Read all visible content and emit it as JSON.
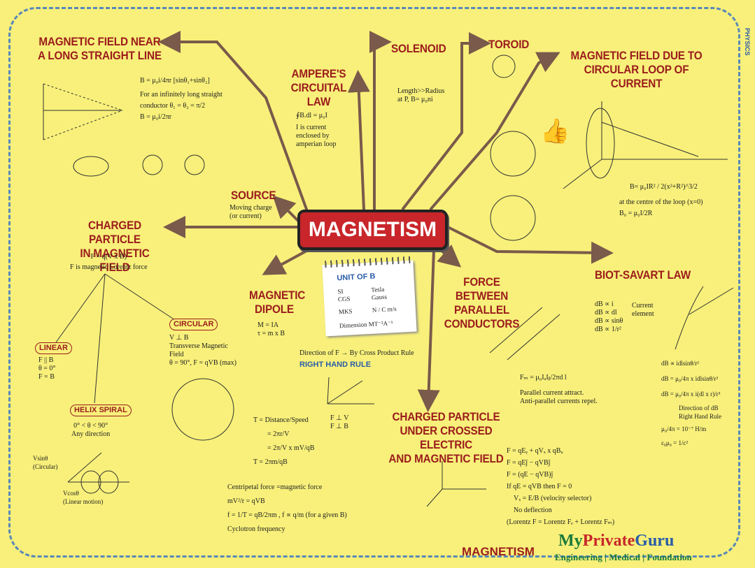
{
  "center_topic": "MAGNETISM",
  "side_label": "PHYSICS",
  "branches": {
    "long_line": {
      "title_1": "MAGNETIC FIELD NEAR",
      "title_2": "A LONG STRAIGHT LINE",
      "f1": "B = μ₀i/4πr [sinθ₁+sinθ₂]",
      "f2": "For an infinitely long straight",
      "f3": "conductor θ₁ = θ₂ = π/2",
      "f4": "B = μ₀i/2πr"
    },
    "ampere": {
      "title_1": "AMPERE'S",
      "title_2": "CIRCUITAL",
      "title_3": "LAW",
      "f1": "∮B.dl = μ₀I",
      "f2": "I is current",
      "f3": "enclosed by",
      "f4": "amperian loop"
    },
    "solenoid": {
      "title": "SOLENOID",
      "f1": "Length>>Radius",
      "f2": "at P, B= μ₀ni"
    },
    "toroid": {
      "title": "TOROID"
    },
    "loop": {
      "title_1": "MAGNETIC FIELD DUE TO",
      "title_2": "CIRCULAR LOOP OF CURRENT",
      "f1": "B= μ₀IR² / 2(x²+R²)^3/2",
      "f2": "at the centre of the loop (x=0)",
      "f3": "B₀ = μ₀I/2R"
    },
    "source": {
      "title": "SOURCE",
      "f1": "Moving charge",
      "f2": "(or current)"
    },
    "charged": {
      "title_1": "CHARGED PARTICLE",
      "title_2": "IN MAGNETIC FIELD",
      "f1": "F = q(V x B)",
      "f2": "F is magnetic Lorentz force"
    },
    "linear": {
      "tag": "LINEAR",
      "f1": "F || B",
      "f2": "θ = 0°",
      "f3": "F = B"
    },
    "circular": {
      "tag": "CIRCULAR",
      "f1": "V ⊥ B",
      "f2": "Transverse Magnetic",
      "f3": "Field",
      "f4": "θ = 90°, F = qVB (max)"
    },
    "helix": {
      "tag": "HELIX SPIRAL",
      "f1": "0° < θ < 90°",
      "f2": "Any direction",
      "f3": "Vsinθ",
      "f4": "(Circular)",
      "f5": "Vcosθ",
      "f6": "(Linear motion)"
    },
    "dipole": {
      "title_1": "MAGNETIC",
      "title_2": "DIPOLE",
      "f1": "M = IA",
      "f2": "τ = m x B"
    },
    "unit": {
      "title": "UNIT OF B",
      "r1a": "SI",
      "r1b": "Tesla",
      "r2a": "CGS",
      "r2b": "Gauss",
      "r3a": "MKS",
      "r3b": "N / C m/s",
      "r4": "Dimension MT⁻²A⁻¹"
    },
    "rhr": {
      "f1": "Direction of F → By Cross Product Rule",
      "title": "RIGHT HAND RULE",
      "f2": "F ⊥ V",
      "f3": "F ⊥ B"
    },
    "cyclotron": {
      "f1": "T = Distance/Speed",
      "f2": "= 2πr/V",
      "f3": "= 2π/V x mV/qB",
      "f4": "T = 2πm/qB",
      "f5": "Centripetal force =magnetic force",
      "f6": "mV²/r = qVB",
      "f7": "f = 1/T = qB/2πm , f ∝ q/m  (for a given B)",
      "f8": "Cyclotron frequency"
    },
    "parallel": {
      "title_1": "FORCE BETWEEN",
      "title_2": "PARALLEL",
      "title_3": "CONDUCTORS",
      "f1": "Fₘ = μ₀IₐIᵦ/2πd l",
      "f2": "Parallel current attract.",
      "f3": "Anti-parallel currents repel."
    },
    "crossed": {
      "title_1": "CHARGED PARTICLE",
      "title_2": "UNDER CROSSED ELECTRIC",
      "title_3": "AND MAGNETIC FIELD",
      "f1": "F = qEᵧ + qVₓ x qBᵤ",
      "f2": "F = qEĵ − qVBĵ",
      "f3": "F = (qE − qVB)ĵ",
      "f4": "If qE = qVB then F = 0",
      "f5": "Vₓ = E/B  (velocity selector)",
      "f6": "No deflection",
      "f7": "(Lorentz F = Lorentz Fₑ + Lorentz Fₘ)"
    },
    "biot": {
      "title": "BIOT-SAVART LAW",
      "f1": "dB ∝ i",
      "f2": "dB ∝ dl",
      "f3": "dB ∝ sinθ",
      "f4": "dB ∝ 1/r²",
      "f5": "Current",
      "f6": "element",
      "f7": "dB ∝ idlsinθ/r²",
      "f8": "dB = μ₀/4π x idlsinθ/r²",
      "f9": "dB = μ₀/4π x i(dl x r)/r³",
      "f10": "Direction of dB",
      "f11": "Right Hand Rule",
      "f12": "μ₀/4π = 10⁻⁷ H/m",
      "f13": "ε₀μ₀ = 1/c²"
    }
  },
  "footer": {
    "topic": "MAGNETISM",
    "brand_my": "My",
    "brand_private": "Private",
    "brand_guru": "Guru",
    "tagline": "Engineering | Medical | Foundation"
  },
  "colors": {
    "background": "#f8f07a",
    "title": "#9b1c1c",
    "center": "#c8262a",
    "arrow": "#7a5a4a",
    "border": "#5a88b8"
  }
}
